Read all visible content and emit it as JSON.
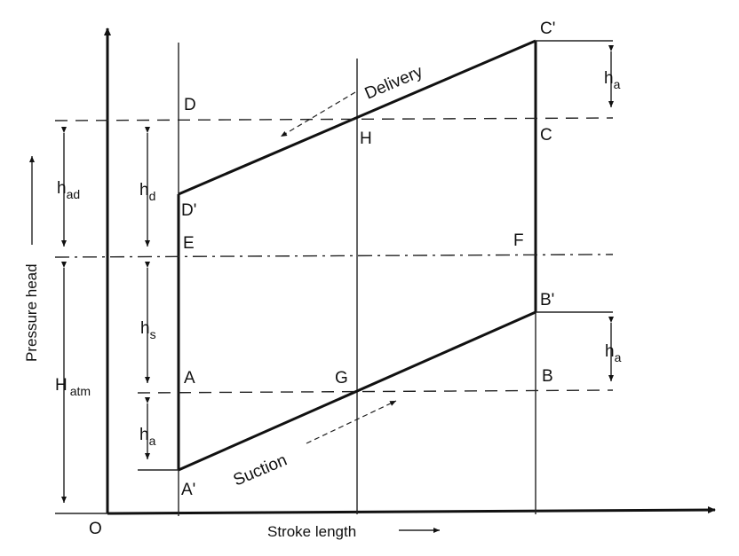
{
  "points": {
    "origin": "O",
    "A": "A",
    "A_prime": "A'",
    "B": "B",
    "B_prime": "B'",
    "C": "C",
    "C_prime": "C'",
    "D": "D",
    "D_prime": "D'",
    "E": "E",
    "F": "F",
    "G": "G",
    "H": "H"
  },
  "lines": {
    "delivery": "Delivery",
    "suction": "Suction"
  },
  "axes": {
    "x_label": "Stroke length",
    "y_label": "Pressure head"
  },
  "dimensions": {
    "h_ad": {
      "base": "h",
      "sub": "ad"
    },
    "h_d": {
      "base": "h",
      "sub": "d"
    },
    "h_s": {
      "base": "h",
      "sub": "s"
    },
    "H_atm": {
      "base": "H",
      "sub": "atm"
    },
    "h_a_left": {
      "base": "h",
      "sub": "a"
    },
    "h_a_right_top": {
      "base": "h",
      "sub": "a"
    },
    "h_a_right_bottom": {
      "base": "h",
      "sub": "a"
    }
  }
}
